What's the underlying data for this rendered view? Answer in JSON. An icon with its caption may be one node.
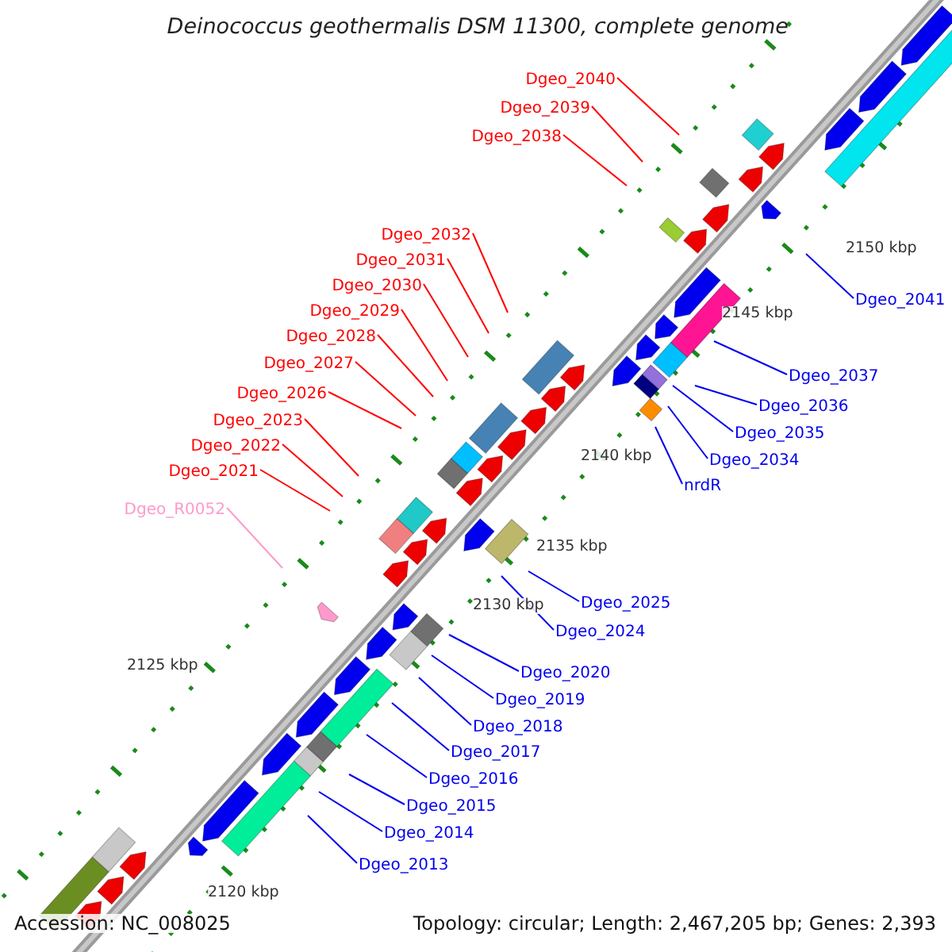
{
  "diagram": {
    "title": "Deinococcus geothermalis DSM 11300, complete genome",
    "nodes": [
      {
        "text": [
          "Dgeo_2040"
        ]
      },
      {
        "text": [
          "Dgeo_2039"
        ]
      },
      {
        "text": [
          "Dgeo_2038"
        ]
      },
      {
        "text": [
          "Dgeo_2032"
        ]
      },
      {
        "text": [
          "Dgeo_2031"
        ]
      },
      {
        "text": [
          "Dgeo_2030"
        ]
      },
      {
        "text": [
          "Dgeo_2041"
        ]
      },
      {
        "text": [
          "Dgeo_2029"
        ]
      },
      {
        "text": [
          "Dgeo_2028"
        ]
      },
      {
        "text": [
          "Dgeo_2027"
        ]
      },
      {
        "text": [
          "Dgeo_2037"
        ]
      },
      {
        "text": [
          "Dgeo_2026"
        ]
      },
      {
        "text": [
          "Dgeo_2036"
        ]
      },
      {
        "text": [
          "Dgeo_2023"
        ]
      },
      {
        "text": [
          "Dgeo_2035"
        ]
      },
      {
        "text": [
          "Dgeo_2022"
        ]
      },
      {
        "text": [
          "Dgeo_2034"
        ]
      },
      {
        "text": [
          "Dgeo_2021"
        ]
      },
      {
        "text": [
          "nrdR"
        ]
      },
      {
        "text": [
          "Dgeo_R0052"
        ]
      },
      {
        "text": [
          "Dgeo_2025"
        ]
      },
      {
        "text": [
          "Dgeo_2024"
        ]
      },
      {
        "text": [
          "Dgeo_2020"
        ]
      },
      {
        "text": [
          "Dgeo_2019"
        ]
      },
      {
        "text": [
          "Dgeo_2018"
        ]
      },
      {
        "text": [
          "Dgeo_2017"
        ]
      },
      {
        "text": [
          "Dgeo_2016"
        ]
      },
      {
        "text": [
          "Dgeo_2015"
        ]
      },
      {
        "text": [
          "Dgeo_2014"
        ]
      },
      {
        "text": [
          "Dgeo_2013"
        ]
      }
    ],
    "edges": [
      {
        "from": 0,
        "to": null,
        "arrow": "none",
        "color": "#ff0000"
      },
      {
        "from": 1,
        "to": null,
        "arrow": "none",
        "color": "#ff0000"
      },
      {
        "from": 2,
        "to": null,
        "arrow": "none",
        "color": "#ff0000"
      },
      {
        "from": 3,
        "to": null,
        "arrow": "none",
        "color": "#ff0000"
      },
      {
        "from": 4,
        "to": null,
        "arrow": "none",
        "color": "#ff0000"
      },
      {
        "from": 5,
        "to": null,
        "arrow": "none",
        "color": "#ff0000"
      },
      {
        "from": 6,
        "to": null,
        "arrow": "none"
      },
      {
        "from": 7,
        "to": null,
        "arrow": "none",
        "color": "#ff0000"
      },
      {
        "from": 8,
        "to": null,
        "arrow": "none",
        "color": "#ff0000"
      },
      {
        "from": 9,
        "to": null,
        "arrow": "none",
        "color": "#ff0000"
      },
      {
        "from": 10,
        "to": null,
        "arrow": "none"
      },
      {
        "from": 11,
        "to": null,
        "arrow": "none",
        "color": "#ff0000"
      },
      {
        "from": 12,
        "to": null,
        "arrow": "none"
      },
      {
        "from": 13,
        "to": null,
        "arrow": "none",
        "color": "#ff0000"
      },
      {
        "from": 14,
        "to": null,
        "arrow": "none"
      },
      {
        "from": 15,
        "to": null,
        "arrow": "none",
        "color": "#ff0000"
      },
      {
        "from": 16,
        "to": null,
        "arrow": "none"
      },
      {
        "from": 17,
        "to": null,
        "arrow": "none",
        "color": "#ff0000"
      },
      {
        "from": 18,
        "to": null,
        "arrow": "none"
      },
      {
        "from": 19,
        "to": null,
        "arrow": "none",
        "color": "#ff99cc"
      },
      {
        "from": 20,
        "to": null,
        "arrow": "none"
      },
      {
        "from": 21,
        "to": null,
        "arrow": "none"
      },
      {
        "from": 22,
        "to": null,
        "arrow": "none"
      },
      {
        "from": 23,
        "to": null,
        "arrow": "none"
      },
      {
        "from": 24,
        "to": null,
        "arrow": "none"
      },
      {
        "from": 25,
        "to": null,
        "arrow": "none"
      },
      {
        "from": 26,
        "to": null,
        "arrow": "none"
      },
      {
        "from": 27,
        "to": null,
        "arrow": "none"
      },
      {
        "from": 28,
        "to": null,
        "arrow": "none"
      },
      {
        "from": 29,
        "to": null,
        "arrow": "none"
      }
    ],
    "labels": [
      "2150 kbp",
      "2145 kbp",
      "2140 kbp",
      "2135 kbp",
      "2130 kbp",
      "2125 kbp",
      "2120 kbp",
      "Accession: NC_008025",
      "Topology: circular; Length: 2,467,205 bp; Genes: 2,393"
    ]
  }
}
